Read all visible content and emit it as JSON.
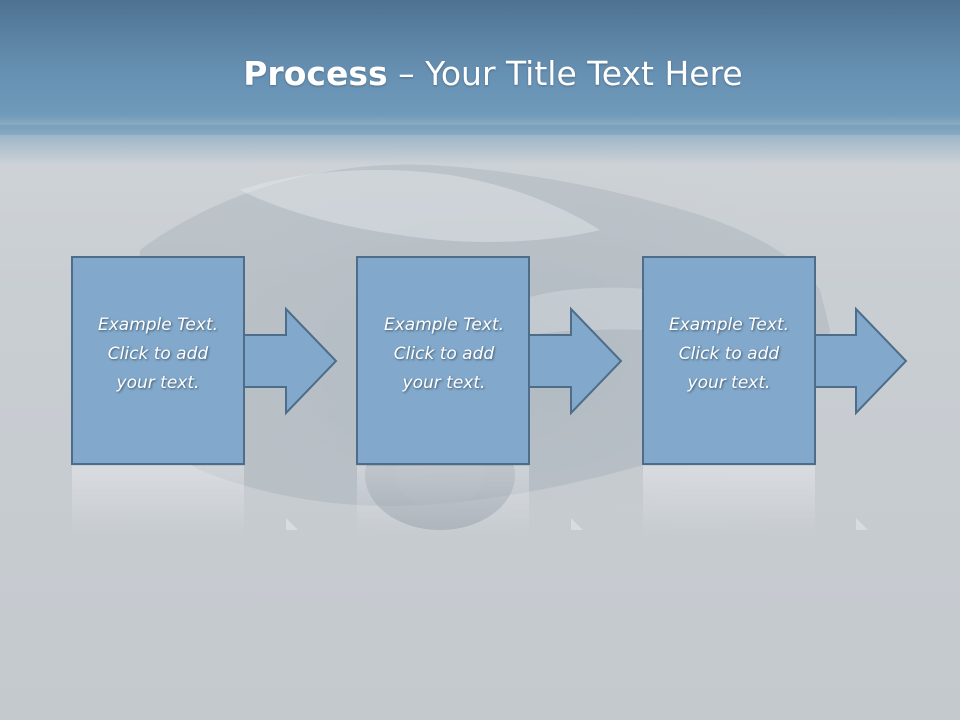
{
  "slide": {
    "title_bold": "Process",
    "title_rest": " – Your Title Text Here"
  },
  "steps": [
    {
      "line1": "Example Text.",
      "line2": "Click  to add",
      "line3": "your text."
    },
    {
      "line1": "Example Text.",
      "line2": "Click  to add",
      "line3": "your text."
    },
    {
      "line1": "Example Text.",
      "line2": "Click  to add",
      "line3": "your text."
    }
  ],
  "colors": {
    "header": "#6791b3",
    "box_fill": "#82a9cb",
    "box_stroke": "#4d6d8a",
    "text": "#ffffff"
  },
  "icons": {
    "background_image": "car-silhouette",
    "connector": "arrow-right"
  }
}
